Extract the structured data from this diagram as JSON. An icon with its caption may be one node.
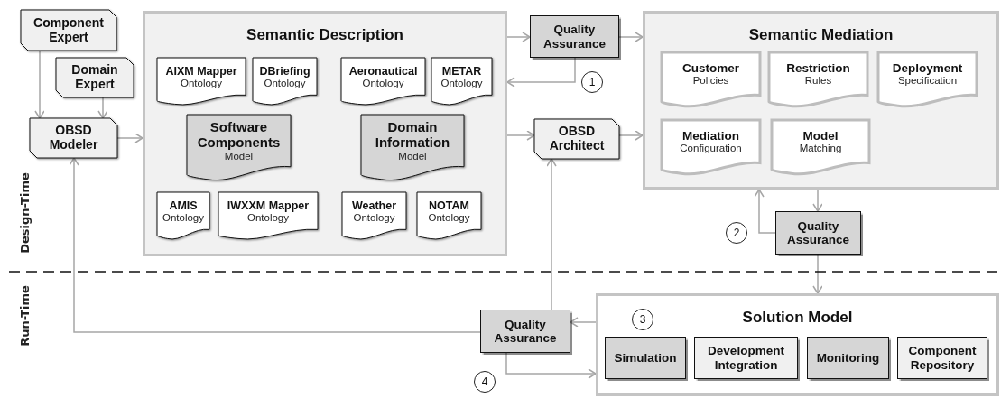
{
  "diagram": {
    "nodes": [
      {
        "text": [
          "Component Expert"
        ]
      },
      {
        "text": [
          "Domain Expert"
        ]
      },
      {
        "text": [
          "OBSD Modeler"
        ]
      },
      {
        "text": [
          "Semantic Description"
        ]
      },
      {
        "text": [
          "AIXM Mapper",
          "Ontology"
        ],
        "in": 3
      },
      {
        "text": [
          "DBriefing",
          "Ontology"
        ],
        "in": 3
      },
      {
        "text": [
          "Aeronautical",
          "Ontology"
        ],
        "in": 3
      },
      {
        "text": [
          "METAR",
          "Ontology"
        ],
        "in": 3
      },
      {
        "text": [
          "Software Components",
          "Model"
        ],
        "in": 3
      },
      {
        "text": [
          "Domain Information",
          "Model"
        ],
        "in": 3
      },
      {
        "text": [
          "AMIS",
          "Ontology"
        ],
        "in": 3
      },
      {
        "text": [
          "IWXXM Mapper",
          "Ontology"
        ],
        "in": 3
      },
      {
        "text": [
          "Weather",
          "Ontology"
        ],
        "in": 3
      },
      {
        "text": [
          "NOTAM",
          "Ontology"
        ],
        "in": 3
      },
      {
        "text": [
          "Quality Assurance"
        ]
      },
      {
        "text": [
          "OBSD Architect"
        ]
      },
      {
        "text": [
          "Semantic Mediation"
        ]
      },
      {
        "text": [
          "Customer",
          "Policies"
        ],
        "in": 16
      },
      {
        "text": [
          "Restriction",
          "Rules"
        ],
        "in": 16
      },
      {
        "text": [
          "Deployment",
          "Specification"
        ],
        "in": 16
      },
      {
        "text": [
          "Mediation",
          "Configuration"
        ],
        "in": 16
      },
      {
        "text": [
          "Model",
          "Matching"
        ],
        "in": 16
      },
      {
        "text": [
          "Quality Assurance"
        ]
      },
      {
        "text": [
          "Solution Model"
        ]
      },
      {
        "text": [
          "Simulation"
        ],
        "in": 23
      },
      {
        "text": [
          "Development Integration"
        ],
        "in": 23
      },
      {
        "text": [
          "Monitoring"
        ],
        "in": 23
      },
      {
        "text": [
          "Component Repository"
        ],
        "in": 23
      },
      {
        "text": [
          "Quality Assurance"
        ]
      }
    ],
    "edges": [
      {
        "from": 0,
        "to": 2,
        "arrow": "to"
      },
      {
        "from": 1,
        "to": 2,
        "arrow": "to"
      },
      {
        "from": 2,
        "to": 3,
        "arrow": "to"
      },
      {
        "from": 3,
        "to": 14,
        "arrow": "to"
      },
      {
        "from": 14,
        "to": 16,
        "arrow": "to"
      },
      {
        "from": 14,
        "to": 3,
        "arrow": "to"
      },
      {
        "from": 3,
        "to": 15,
        "arrow": "to"
      },
      {
        "from": 15,
        "to": 16,
        "arrow": "to"
      },
      {
        "from": 16,
        "to": 22,
        "arrow": "to"
      },
      {
        "from": 22,
        "to": 16,
        "arrow": "to"
      },
      {
        "from": 22,
        "to": 23,
        "arrow": "to"
      },
      {
        "from": 23,
        "to": 28,
        "arrow": "to"
      },
      {
        "from": 28,
        "to": 15,
        "arrow": "to"
      },
      {
        "from": 28,
        "to": 2,
        "arrow": "to"
      },
      {
        "from": 28,
        "to": 23,
        "arrow": "to"
      }
    ],
    "labels": [
      "1",
      "2",
      "Design-Time",
      "Run-Time",
      "3",
      "4"
    ]
  }
}
